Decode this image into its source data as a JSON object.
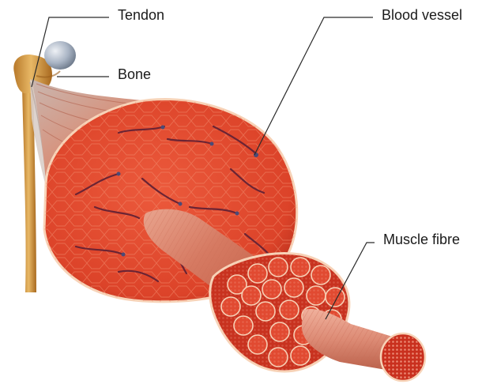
{
  "labels": {
    "tendon": "Tendon",
    "bone": "Bone",
    "blood_vessel": "Blood vessel",
    "muscle_fibre": "Muscle fibre"
  },
  "colors": {
    "muscle": "#e2482e",
    "muscle_dark": "#b8301d",
    "fascicle_outline": "#f7d3b8",
    "tendon_sheath": "#d58a72",
    "bone": "#d9a04a",
    "bone_head": "#a9b4c4",
    "vessel": "#6b2434",
    "fibre_pink": "#e3917b",
    "leader": "#2a2a2a"
  }
}
